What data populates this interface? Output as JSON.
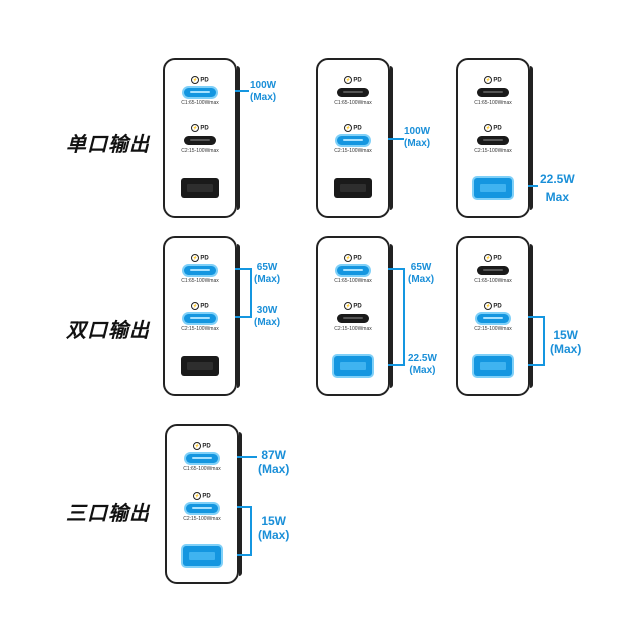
{
  "rows": {
    "single": "单口输出",
    "dual": "双口输出",
    "triple": "三口输出"
  },
  "ports": {
    "pd": "PD",
    "pd_icon": "lightning-bolt",
    "c1": "C1:65-100Wmax",
    "c2": "C2:15-100Wmax"
  },
  "outputs": {
    "s1": {
      "w": "100W",
      "m": "(Max)"
    },
    "s2": {
      "w": "100W",
      "m": "(Max)"
    },
    "s3": {
      "w": "22.5W",
      "m": "Max"
    },
    "d1a": {
      "w": "65W",
      "m": "(Max)"
    },
    "d1b": {
      "w": "30W",
      "m": "(Max)"
    },
    "d2a": {
      "w": "65W",
      "m": "(Max)"
    },
    "d2b": {
      "w": "22.5W",
      "m": "(Max)"
    },
    "d3": {
      "w": "15W",
      "m": "(Max)"
    },
    "t1": {
      "w": "87W",
      "m": "(Max)"
    },
    "t2": {
      "w": "15W",
      "m": "(Max)"
    }
  },
  "colors": {
    "active": "#1496e0",
    "label": "#1a8fd8"
  }
}
